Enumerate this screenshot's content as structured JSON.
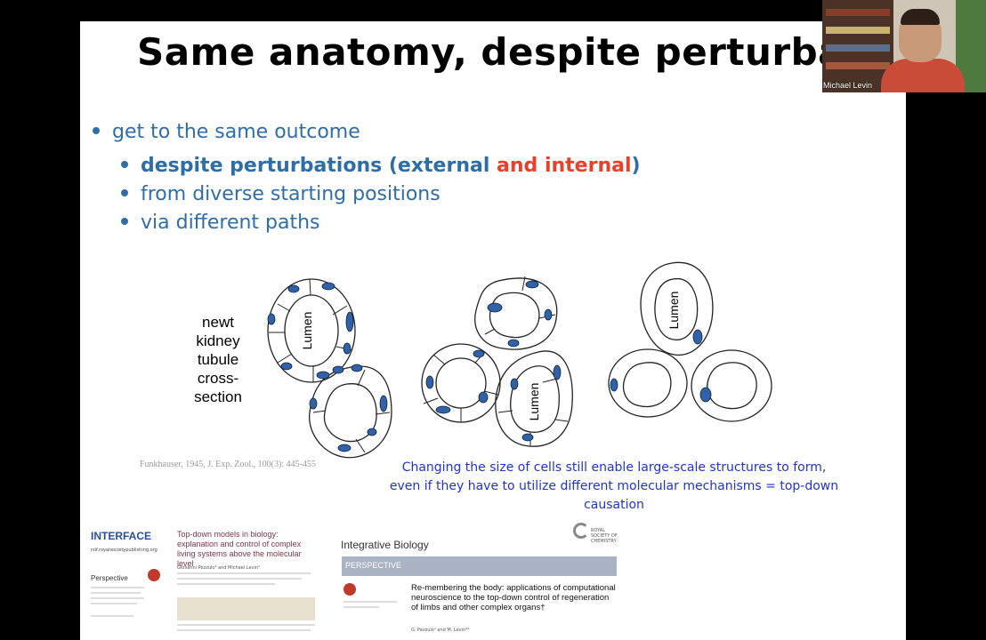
{
  "slide": {
    "title": "Same anatomy, despite perturbation",
    "bullets": {
      "b1": "get to the same outcome",
      "b2_blue": "despite perturbations (external ",
      "b2_red": "and internal",
      "b2_end": ")",
      "b3": "from diverse starting positions",
      "b4": "via different paths"
    },
    "figure_label": [
      "newt",
      "kidney",
      "tubule",
      "cross-",
      "section"
    ],
    "lumen_label": "Lumen",
    "citation": "Funkhauser, 1945, J. Exp. Zool., 100(3): 445-455",
    "caption": "Changing the size of cells still enable large-scale structures to form, even if they have to utilize different molecular mechanisms = top-down causation",
    "paper1": {
      "journal": "INTERFACE",
      "url": "rsif.royalsocietypublishing.org",
      "type": "Perspective",
      "title": "Top-down models in biology: explanation and control of complex living systems above the molecular level",
      "authors": "Giovanni Pezzulo¹ and Michael Levin²"
    },
    "paper2": {
      "journal": "Integrative Biology",
      "type": "PERSPECTIVE",
      "title": "Re-membering the body: applications of computational neuroscience to the top-down control of regeneration of limbs and other complex organs†",
      "authors": "G. Pezzuloᵃ and M. Levin*ᵇ",
      "publisher": "ROYAL SOCIETY OF CHEMISTRY"
    },
    "colors": {
      "bullet_blue": "#2e6ea6",
      "accent_red": "#e8402a",
      "caption_blue": "#2233cc"
    }
  },
  "webcam": {
    "participant_name": "Michael Levin"
  }
}
